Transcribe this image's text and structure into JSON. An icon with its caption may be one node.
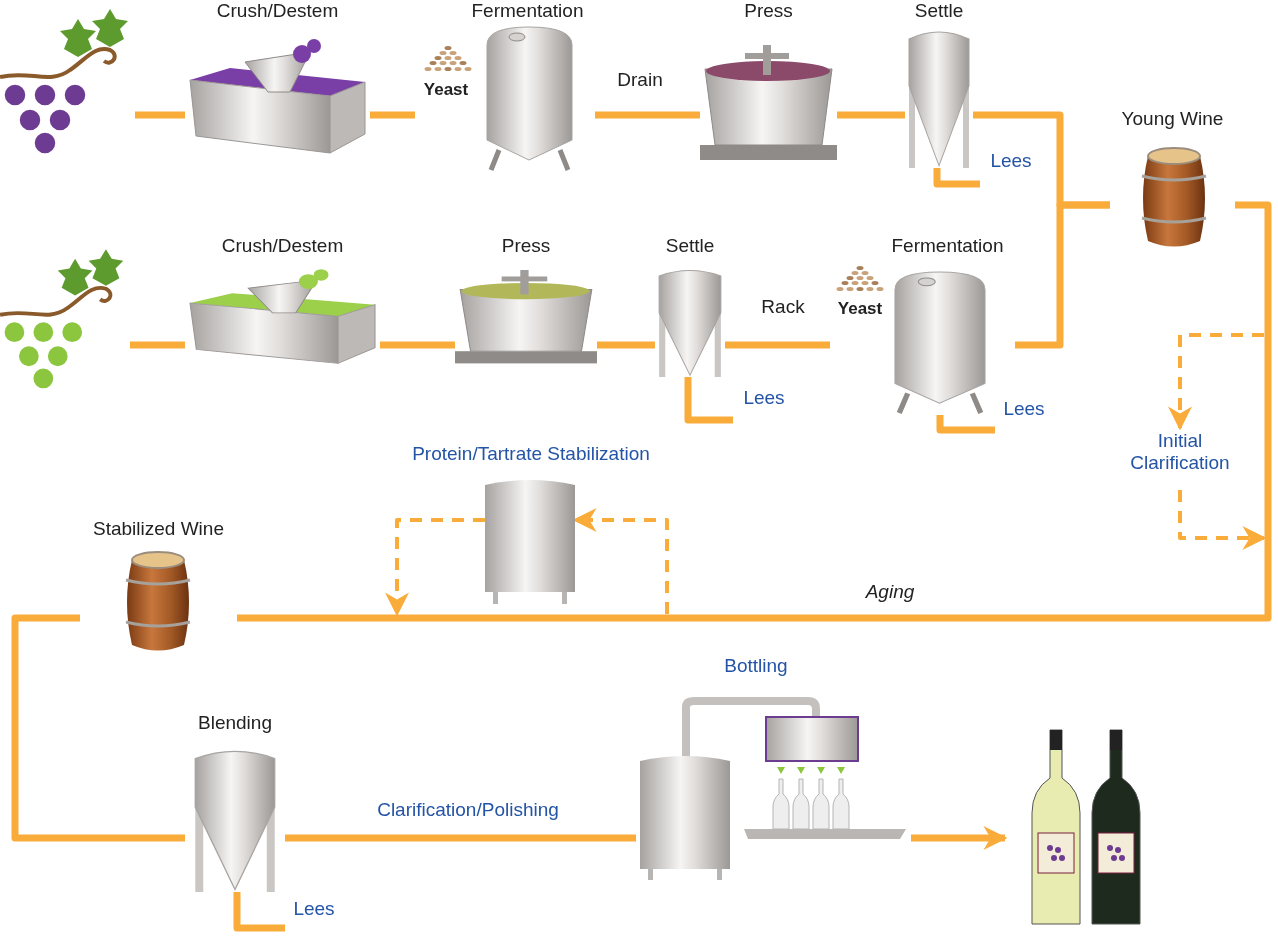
{
  "diagram": {
    "nodes": [
      {
        "text": [],
        "shape": "picture"
      },
      {
        "text": [
          "Crush/Destem"
        ]
      },
      {
        "text": [
          "Fermentation"
        ],
        "beside": [
          "Yeast"
        ]
      },
      {
        "text": [
          "Press"
        ]
      },
      {
        "text": [
          "Settle"
        ]
      },
      {
        "text": [
          "Lees"
        ]
      },
      {
        "text": [
          "Young Wine"
        ]
      },
      {
        "text": [],
        "shape": "picture"
      },
      {
        "text": [
          "Crush/Destem"
        ]
      },
      {
        "text": [
          "Press"
        ]
      },
      {
        "text": [
          "Settle"
        ]
      },
      {
        "text": [
          "Lees"
        ]
      },
      {
        "text": [
          "Fermentation"
        ],
        "beside": [
          "Yeast"
        ]
      },
      {
        "text": [
          "Lees"
        ]
      },
      {
        "text": [
          "Initial Clarification"
        ]
      },
      {
        "text": [
          "Protein/Tartrate Stabilization"
        ]
      },
      {
        "text": [
          "Stabilized Wine"
        ]
      },
      {
        "text": [
          "Blending"
        ]
      },
      {
        "text": [
          "Lees"
        ]
      },
      {
        "text": [
          "Bottling"
        ]
      },
      {
        "text": [],
        "shape": "picture"
      }
    ],
    "edges": [
      {
        "from": 0,
        "to": 1,
        "arrow": "none"
      },
      {
        "from": 1,
        "to": 2,
        "arrow": "none"
      },
      {
        "from": 2,
        "to": 3,
        "arrow": "none",
        "label": "Drain"
      },
      {
        "from": 3,
        "to": 4,
        "arrow": "none"
      },
      {
        "from": 4,
        "to": 5,
        "arrow": "none"
      },
      {
        "from": 4,
        "to": 6,
        "arrow": "none"
      },
      {
        "from": 7,
        "to": 8,
        "arrow": "none"
      },
      {
        "from": 8,
        "to": 9,
        "arrow": "none"
      },
      {
        "from": 9,
        "to": 10,
        "arrow": "none"
      },
      {
        "from": 10,
        "to": 11,
        "arrow": "none"
      },
      {
        "from": 10,
        "to": 12,
        "arrow": "none",
        "label": "Rack"
      },
      {
        "from": 12,
        "to": 13,
        "arrow": "none"
      },
      {
        "from": 12,
        "to": 6,
        "arrow": "none"
      },
      {
        "from": 6,
        "to": 16,
        "arrow": "none",
        "label": "Aging"
      },
      {
        "from": null,
        "to": 14,
        "arrow": "to",
        "style": "dashed"
      },
      {
        "from": 14,
        "to": null,
        "arrow": "to",
        "style": "dashed"
      },
      {
        "from": null,
        "to": 15,
        "arrow": "to",
        "style": "dashed"
      },
      {
        "from": 15,
        "to": null,
        "arrow": "to",
        "style": "dashed"
      },
      {
        "from": 16,
        "to": 17,
        "arrow": "none"
      },
      {
        "from": 17,
        "to": 18,
        "arrow": "none"
      },
      {
        "from": 17,
        "to": 19,
        "arrow": "none",
        "label": "Clarification/Polishing"
      },
      {
        "from": 19,
        "to": 20,
        "arrow": "to"
      }
    ]
  }
}
